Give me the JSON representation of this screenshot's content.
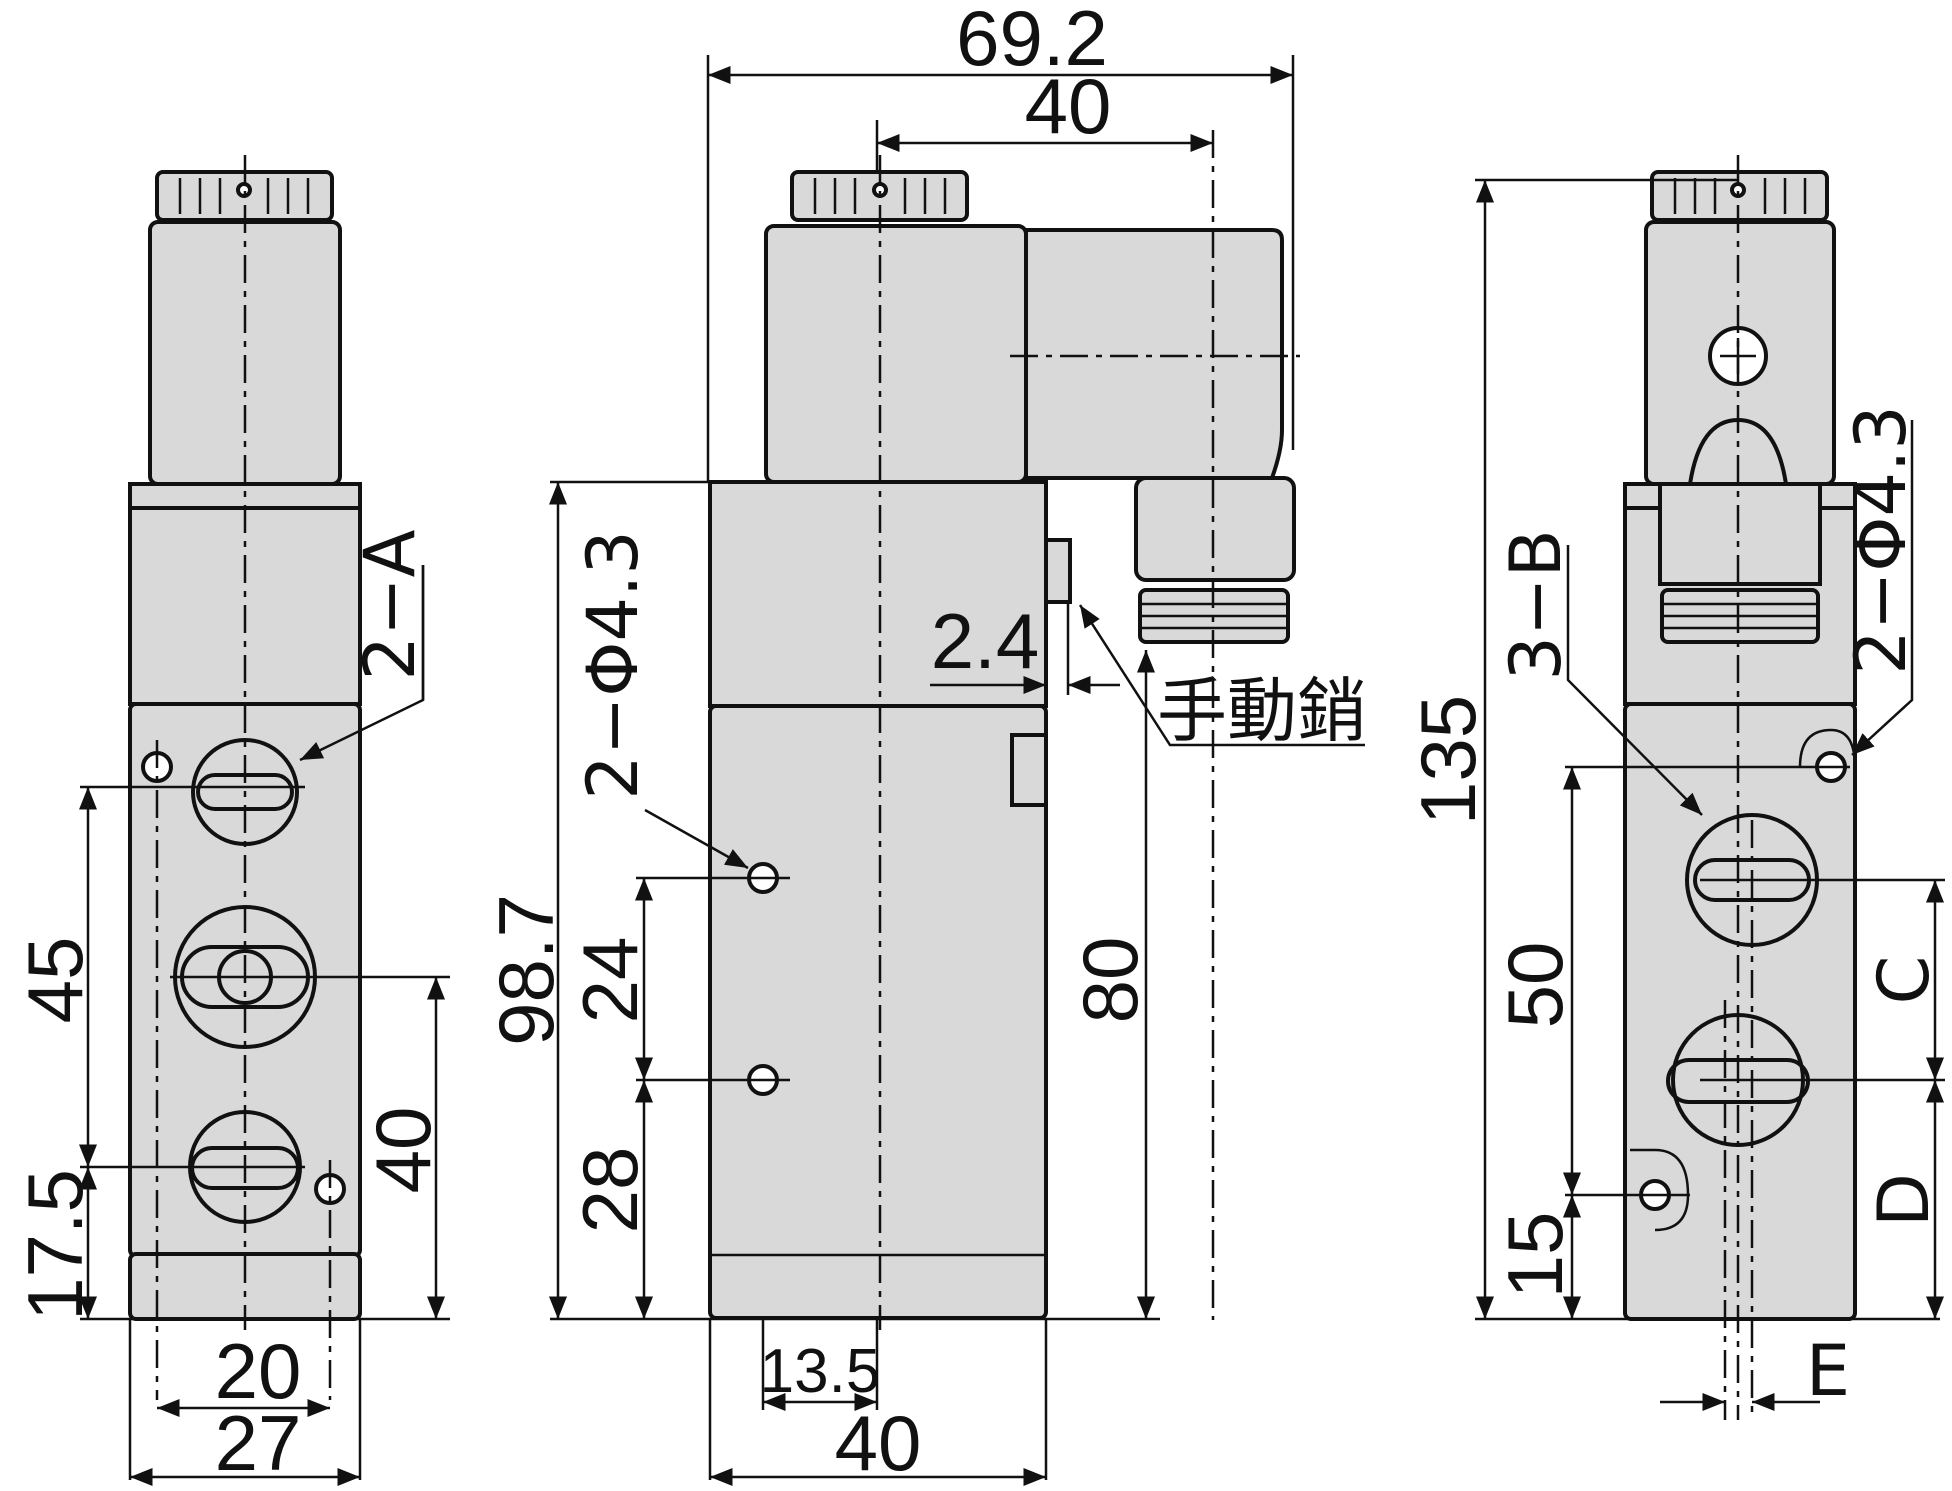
{
  "dimensions": {
    "overall_width": "69.2",
    "coil_to_connector": "40",
    "overall_height": "135",
    "body_height_with_pilot": "98.7",
    "body_height": "80",
    "manual_offset": "2.4",
    "left_port_pitch": "45",
    "left_bottom_port": "17.5",
    "left_mid_height": "40",
    "left_hole_pitch": "20",
    "left_width": "27",
    "mount_pitch": "24",
    "mount_bottom": "28",
    "mid_port_offset": "13.5",
    "mid_width": "40",
    "right_port_pitch": "50",
    "right_bottom": "15"
  },
  "labels": {
    "left_ports": "2−A",
    "left_holes": "2−Φ4.3",
    "manual_pin": "手動銷",
    "right_ports": "3−B",
    "right_holes": "2−Φ4.3",
    "dim_c": "C",
    "dim_d": "D",
    "dim_e": "E"
  }
}
